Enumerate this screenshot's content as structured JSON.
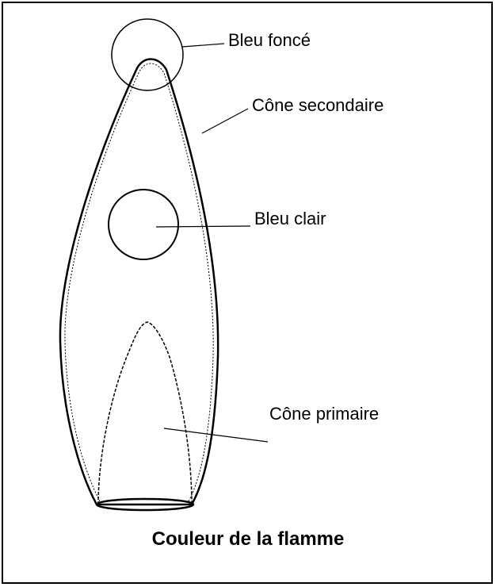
{
  "labels": {
    "bleu_fonce": "Bleu foncé",
    "cone_secondaire": "Cône secondaire",
    "bleu_clair": "Bleu clair",
    "cone_primaire": "Cône primaire"
  },
  "caption": "Couleur de la flamme",
  "colors": {
    "stroke": "#000000",
    "background": "#ffffff"
  }
}
